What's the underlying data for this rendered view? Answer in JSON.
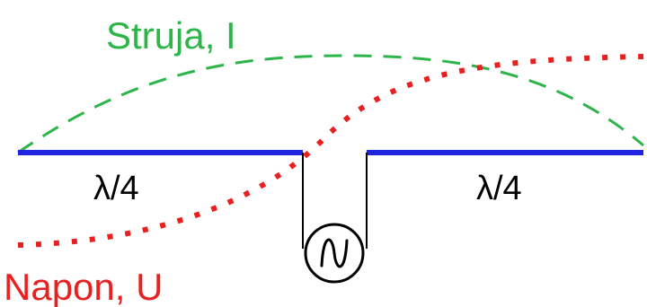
{
  "labels": {
    "current": "Struja, I",
    "voltage": "Napon, U",
    "left_segment": "λ/4",
    "right_segment": "λ/4"
  },
  "colors": {
    "current": "#2db54a",
    "voltage": "#e8201f",
    "antenna": "#1f24e0",
    "feed": "#000000"
  },
  "icons": {
    "source": "ac-source-icon"
  }
}
